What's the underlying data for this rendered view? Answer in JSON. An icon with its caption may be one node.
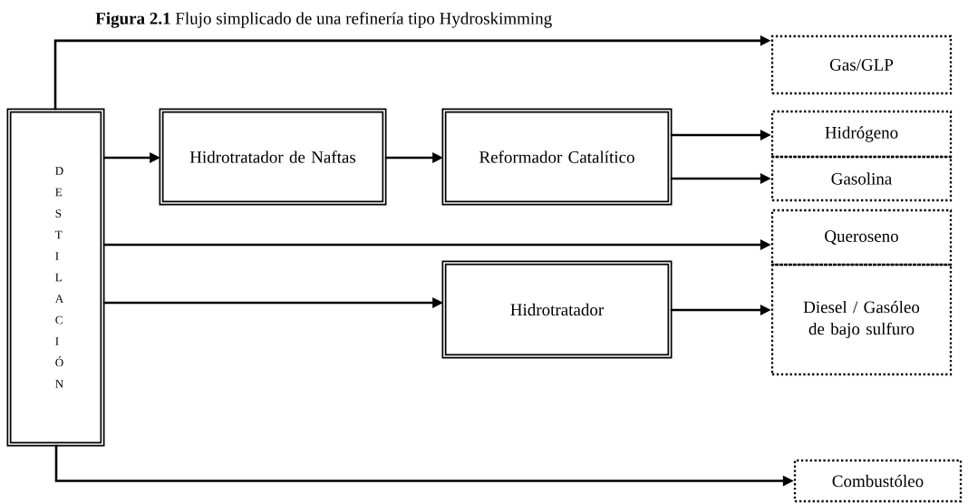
{
  "diagram": {
    "title": "**Figura 2.1** Flujo simplicado de una refinería tipo Hydroskimming",
    "nodes": [
      {
        "text": [
          "DESTILACIÓN"
        ]
      },
      {
        "text": [
          "Hidrotratador de Naftas"
        ]
      },
      {
        "text": [
          "Reformador Catalítico"
        ]
      },
      {
        "text": [
          "Hidrotratador"
        ]
      },
      {
        "text": [
          "Gas/GLP"
        ]
      },
      {
        "text": [
          "Hidrógeno"
        ]
      },
      {
        "text": [
          "Gasolina"
        ]
      },
      {
        "text": [
          "Queroseno"
        ]
      },
      {
        "text": [
          "Diesel / Gasóleo de bajo sulfuro"
        ]
      },
      {
        "text": [
          "Combustóleo"
        ]
      }
    ],
    "edges": [
      {
        "from": 0,
        "to": 4,
        "arrow": "to"
      },
      {
        "from": 0,
        "to": 1,
        "arrow": "to"
      },
      {
        "from": 1,
        "to": 2,
        "arrow": "to"
      },
      {
        "from": 2,
        "to": 5,
        "arrow": "to"
      },
      {
        "from": 2,
        "to": 6,
        "arrow": "to"
      },
      {
        "from": 0,
        "to": 7,
        "arrow": "to"
      },
      {
        "from": 0,
        "to": 3,
        "arrow": "to"
      },
      {
        "from": 3,
        "to": 8,
        "arrow": "to"
      },
      {
        "from": 0,
        "to": 9,
        "arrow": "to"
      }
    ]
  }
}
